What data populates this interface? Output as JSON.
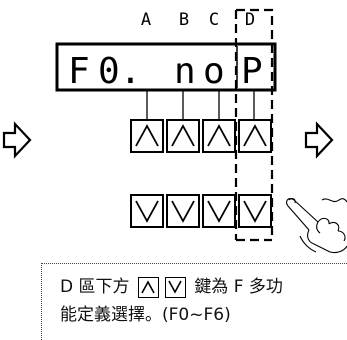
{
  "display": {
    "column_labels": [
      "A",
      "B",
      "C",
      "D"
    ],
    "digits": [
      "F",
      "0.",
      "n",
      "o",
      "P"
    ]
  },
  "keys": {
    "up": [
      "up-arrow",
      "up-arrow",
      "up-arrow",
      "up-arrow"
    ],
    "down": [
      "down-arrow",
      "down-arrow",
      "down-arrow",
      "down-arrow"
    ]
  },
  "caption": {
    "line1_pre": "D 區下方",
    "line1_post": "鍵為 F 多功",
    "line2": "能定義選擇。(F0~F6)"
  },
  "icons": [
    "left-arrow-icon",
    "right-arrow-icon",
    "pointing-hand-icon"
  ]
}
